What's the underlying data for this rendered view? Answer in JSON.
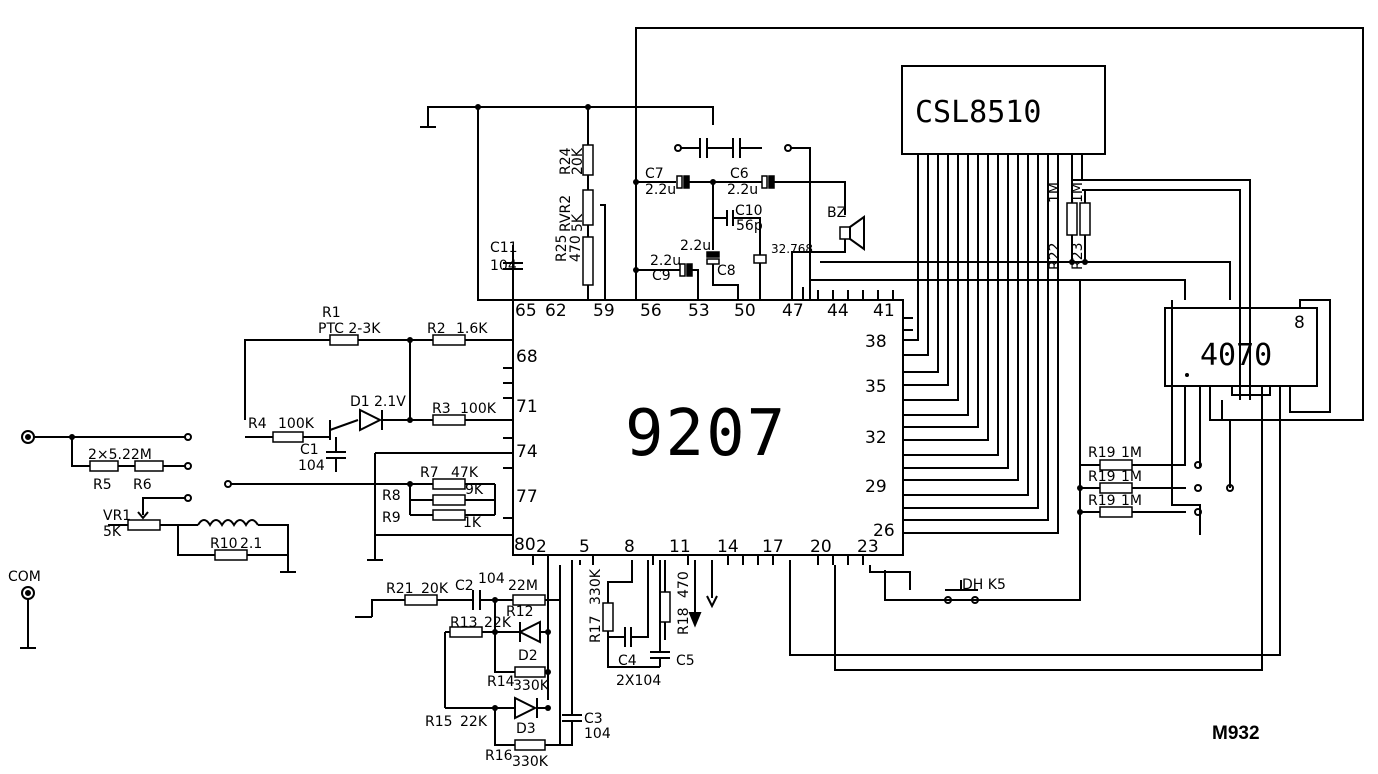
{
  "main_ic": "9207",
  "display_ic": "CSL8510",
  "xor_ic": "4070",
  "xor_pin": "8",
  "model": "M932",
  "com_label": "COM",
  "pins": {
    "top": [
      "65",
      "62",
      "59",
      "56",
      "53",
      "50",
      "47",
      "44",
      "41"
    ],
    "left": [
      "68",
      "71",
      "74",
      "77",
      "80"
    ],
    "right": [
      "38",
      "35",
      "32",
      "29",
      "26"
    ],
    "bottom": [
      "2",
      "5",
      "8",
      "11",
      "14",
      "17",
      "20",
      "23"
    ]
  },
  "components": {
    "R1": "R1",
    "R1_val": "PTC 2-3K",
    "R2": "R2",
    "R2_val": "1.6K",
    "R3": "R3",
    "R3_val": "100K",
    "R4": "R4",
    "R4_val": "100K",
    "D1": "D1",
    "D1_val": "2.1V",
    "C1": "C1",
    "C1_val": "104",
    "R5R6_val": "2×5.22M",
    "R5": "R5",
    "R6": "R6",
    "VR1": "VR1",
    "VR1_val": "5K",
    "R10": "R10",
    "R10_val": "2.1",
    "R7": "R7",
    "R7_val": "47K",
    "R8": "R8",
    "R8_val": "9K",
    "R9": "R9",
    "R9_val": "1K",
    "C11": "C11",
    "C11_val": "104",
    "R24": "R24",
    "R24_val": "20K",
    "RVR2": "RVR2",
    "RVR2_val": "5K",
    "R25": "R25",
    "R25_val": "470",
    "C7": "C7",
    "C7_val": "2.2u",
    "C6": "C6",
    "C6_val": "2.2u",
    "C10": "C10",
    "C10_val": "56p",
    "C9": "C9",
    "C9_val": "2.2u",
    "C8": "C8",
    "C8_val": "2.2u",
    "X1_val": "32.768",
    "BZ": "BZ",
    "R22": "R22",
    "R22_val": "1M",
    "R23": "R23",
    "R23_val": "1M",
    "R19": "R19",
    "R19_val": "1M",
    "R21": "R21",
    "R21_val": "20K",
    "C2": "C2",
    "C2_val": "104",
    "R12": "R12",
    "R12_val": "22M",
    "R13": "R13",
    "R13_val": "22K",
    "D2": "D2",
    "R14": "R14",
    "R14_val": "330K",
    "R15": "R15",
    "R15_val": "22K",
    "D3": "D3",
    "R16": "R16",
    "R16_val": "330K",
    "C3": "C3",
    "C3_val": "104",
    "R17": "R17",
    "R17_val": "330K",
    "C4": "C4",
    "C5": "C5",
    "C45_val": "2X104",
    "R18": "R18",
    "R18_val": "470",
    "K5": "DH K5"
  }
}
